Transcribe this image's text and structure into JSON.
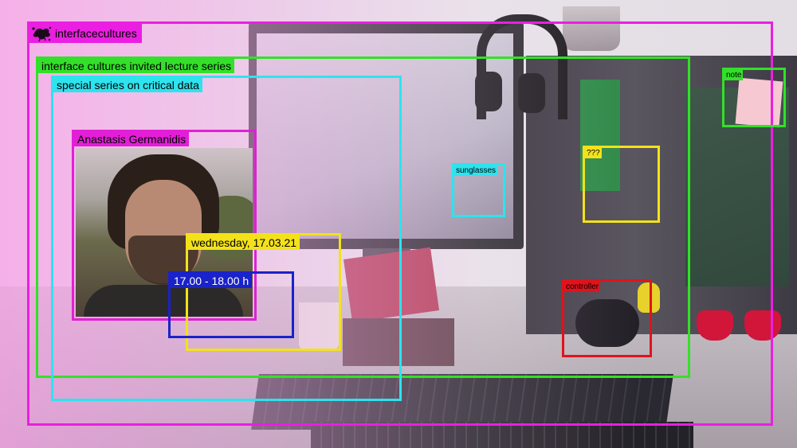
{
  "brand": {
    "name": "interfacecultures",
    "logo_icon": "splat-logo-icon"
  },
  "labels": {
    "series": "interface cultures invited lecture series",
    "special": "special series on critical data",
    "speaker": "Anastasis Germanidis",
    "date": "wednesday, 17.03.21",
    "time": "17.00 - 18.00 h",
    "sunglasses": "sunglasses",
    "unknown": "???",
    "note": "note",
    "controller": "controller"
  },
  "colors": {
    "magenta": "#ea1fe1",
    "green": "#33e029",
    "cyan": "#2ee3ee",
    "yellow": "#f3e21a",
    "blue": "#1a22c9",
    "red": "#e0131c"
  }
}
